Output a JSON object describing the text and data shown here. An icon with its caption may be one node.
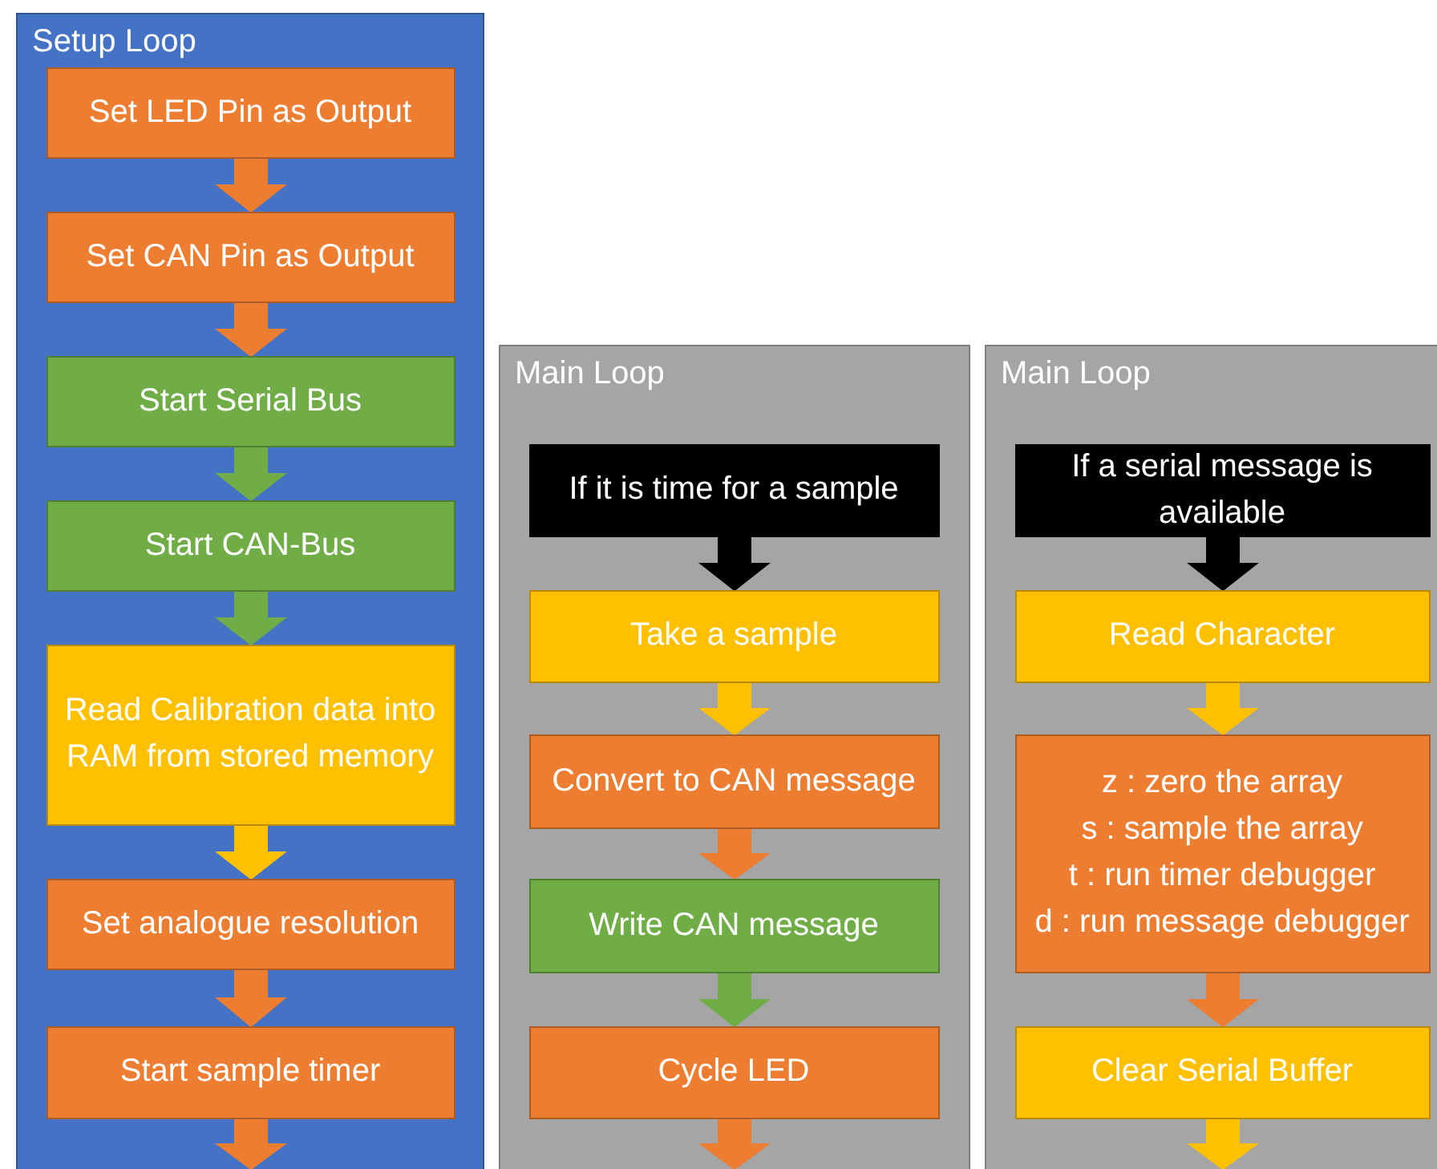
{
  "diagram": {
    "nodes": [
      {
        "text": [
          "Setup Loop"
        ]
      },
      {
        "text": [
          "Set LED Pin as Output"
        ],
        "in": 0
      },
      {
        "text": [
          "Set CAN Pin as Output"
        ],
        "in": 0
      },
      {
        "text": [
          "Start Serial Bus"
        ],
        "in": 0
      },
      {
        "text": [
          "Start CAN-Bus"
        ],
        "in": 0
      },
      {
        "text": [
          "Read Calibration data into RAM from stored memory"
        ],
        "in": 0
      },
      {
        "text": [
          "Set analogue resolution"
        ],
        "in": 0
      },
      {
        "text": [
          "Start sample timer"
        ],
        "in": 0
      },
      {
        "text": [
          "Main Loop"
        ]
      },
      {
        "text": [
          "If it is time for a sample"
        ],
        "in": 8
      },
      {
        "text": [
          "Take a sample"
        ],
        "in": 8
      },
      {
        "text": [
          "Convert to CAN message"
        ],
        "in": 8
      },
      {
        "text": [
          "Write CAN message"
        ],
        "in": 8
      },
      {
        "text": [
          "Cycle LED"
        ],
        "in": 8
      },
      {
        "text": [
          "Main Loop"
        ]
      },
      {
        "text": [
          "If a serial message is available"
        ],
        "in": 14
      },
      {
        "text": [
          "Read Character"
        ],
        "in": 14
      },
      {
        "text": [
          "z : zero the array",
          "s : sample the array",
          "t : run timer debugger",
          "d : run message debugger"
        ],
        "in": 14
      },
      {
        "text": [
          "Clear Serial Buffer"
        ],
        "in": 14
      }
    ],
    "edges": [
      {
        "from": 1,
        "to": 2,
        "arrow": "to"
      },
      {
        "from": 2,
        "to": 3,
        "arrow": "to"
      },
      {
        "from": 3,
        "to": 4,
        "arrow": "to",
        "color": "#70ad47"
      },
      {
        "from": 4,
        "to": 5,
        "arrow": "to",
        "color": "#70ad47"
      },
      {
        "from": 5,
        "to": 6,
        "arrow": "to",
        "color": "#ffc000"
      },
      {
        "from": 6,
        "to": 7,
        "arrow": "to"
      },
      {
        "from": 7,
        "to": null,
        "arrow": "to"
      },
      {
        "from": 9,
        "to": 10,
        "arrow": "to",
        "color": "#000000"
      },
      {
        "from": 10,
        "to": 11,
        "arrow": "to",
        "color": "#ffc000"
      },
      {
        "from": 11,
        "to": 12,
        "arrow": "to"
      },
      {
        "from": 12,
        "to": 13,
        "arrow": "to",
        "color": "#70ad47"
      },
      {
        "from": 13,
        "to": null,
        "arrow": "to"
      },
      {
        "from": 15,
        "to": 16,
        "arrow": "to",
        "color": "#000000"
      },
      {
        "from": 16,
        "to": 17,
        "arrow": "to",
        "color": "#ffc000"
      },
      {
        "from": 17,
        "to": 18,
        "arrow": "to"
      },
      {
        "from": 18,
        "to": null,
        "arrow": "to",
        "color": "#ffc000"
      }
    ]
  }
}
